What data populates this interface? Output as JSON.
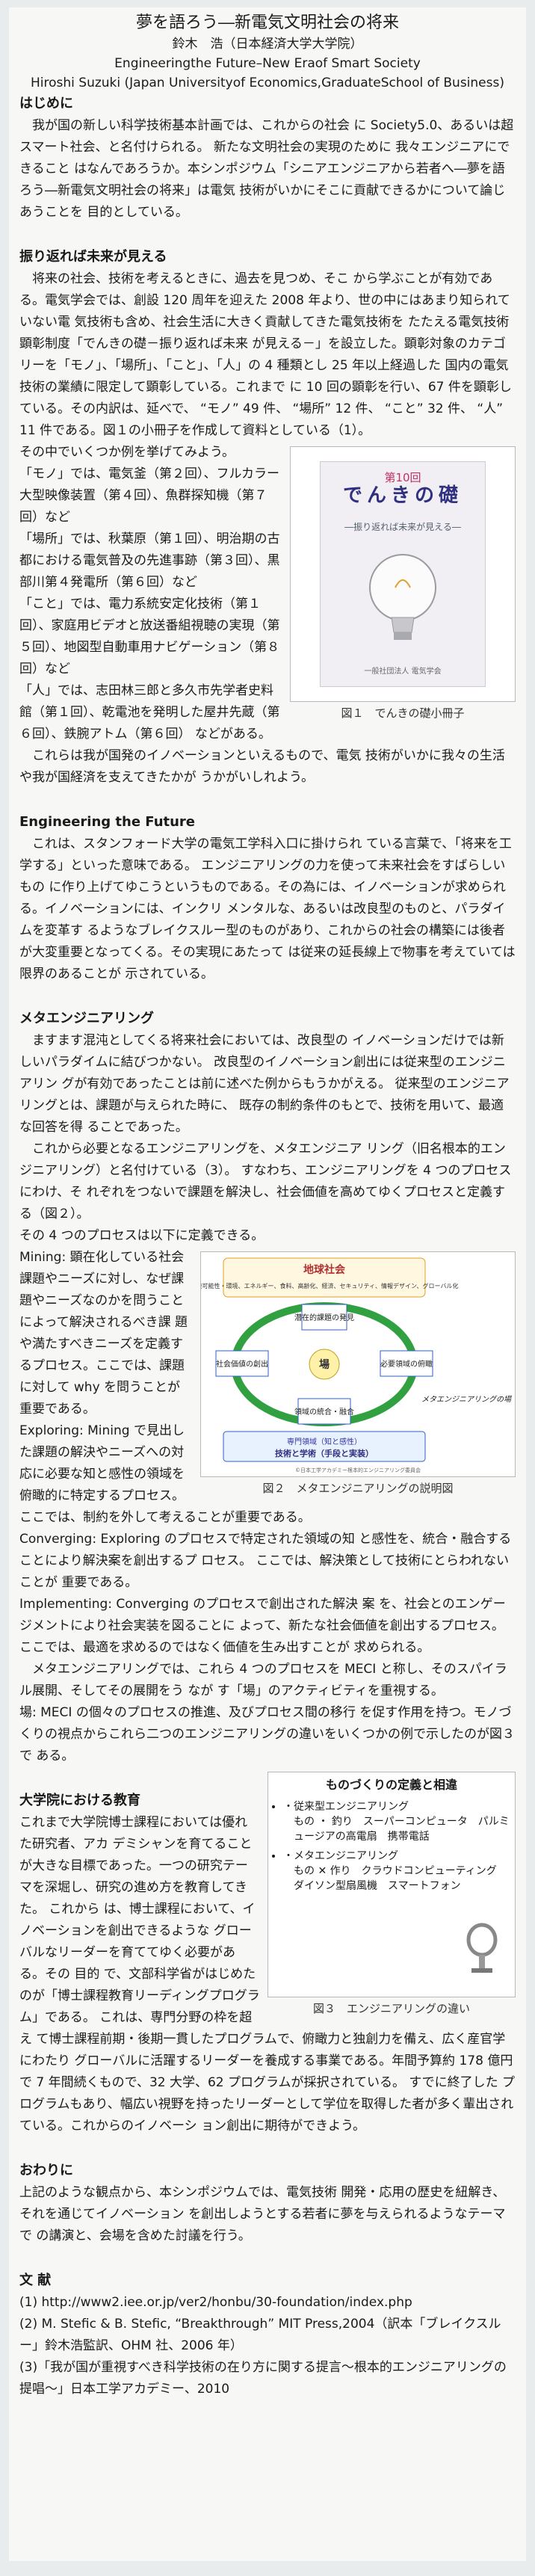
{
  "header": {
    "title": "夢を語ろう―新電気文明社会の将来",
    "author_jp": "鈴木　浩（日本経済大学大学院）",
    "subtitle_en": "Engineeringthe Future–New Eraof Smart Society",
    "author_en": "Hiroshi Suzuki (Japan Universityof Economics,GraduateSchool of Business)"
  },
  "sections": {
    "intro": {
      "heading": "はじめに",
      "p1": "我が国の新しい科学技術基本計画では、これからの社会 に Society5.0、あるいは超スマート社会、と名付けられる。 新たな文明社会の実現のために 我々エンジニアにできること はなんであろうか。本シンポジウム「シニアエンジニアから若者へ―夢を語ろう―新電気文明社会の将来」は電気 技術がいかにそこに貢献できるかについて論じあうことを 目的としている。"
    },
    "history": {
      "heading": "振り返れば未来が見える",
      "p1": "将来の社会、技術を考えるときに、過去を見つめ、そこ から学ぶことが有効である。電気学会では、創設 120 周年を迎えた 2008 年より、世の中にはあまり知られていない電 気技術も含め、社会生活に大きく貢献してきた電気技術を たたえる電気技術顕彰制度「でんきの礎－振り返れば未来 が見える－」を設立した。顕彰対象のカテゴリーを「モノ」、「場所」、「こと」、「人」の 4 種類とし 25 年以上経過した 国内の電気技術の業績に限定して顕彰している。これまで に 10 回の顕彰を行い、67 件を顕彰している。その内訳は、延べで、 “モノ” 49 件、 “場所” 12 件、 “こと” 32 件、 “人” 11 件である。図１の小冊子を作成して資料としている（1）。",
      "p2": "その中でいくつか例を挙げてみよう。",
      "p3": "「モノ」では、電気釜（第２回）、フルカラー大型映像装置（第４回）、魚群探知機（第７回）など",
      "p4": "「場所」では、秋葉原（第１回）、明治期の古都における電気普及の先進事跡（第３回）、黒部川第４発電所（第６回）など",
      "p5": "「こと」では、電力系統安定化技術（第１回）、家庭用ビデオと放送番組視聴の実現（第５回）、地図型自動車用ナビゲーション（第８回）など",
      "p6": "「人」では、志田林三郎と多久市先学者史料館（第１回）、乾電池を発明した屋井先蔵（第６回）、鉄腕アトム（第６回） などがある。",
      "p7": "これらは我が国発のイノベーションといえるもので、電気 技術がいかに我々の生活や我が国経済を支えてきたかが うかがいしれよう。"
    },
    "eng_future": {
      "heading": "Engineering the Future",
      "p1": "これは、スタンフォード大学の電気工学科入口に掛けられ ている言葉で、「将来を工学する」といった意味である。 エンジニアリングの力を使って未来社会をすばらしいもの に作り上げてゆこうというものである。その為には、イノベーションが求められる。イノベーションには、インクリ メンタルな、あるいは改良型のものと、パラダイムを変革す るようなブレイクスルー型のものがあり、これからの社会の構築には後者が大変重要となってくる。その実現にあたって は従来の延長線上で物事を考えていては限界のあることが 示されている。"
    },
    "meta": {
      "heading": "メタエンジニアリング",
      "p1": "ますます混沌としてくる将来社会においては、改良型の イノベーションだけでは新しいパラダイムに結びつかない。 改良型のイノベーション創出には従来型のエンジニアリン グが有効であったことは前に述べた例からもうかがえる。 従来型のエンジニアリングとは、課題が与えられた時に、 既存の制約条件のもとで、技術を用いて、最適な回答を得 ることであった。",
      "p2": "これから必要となるエンジニアリングを、メタエンジニア リング（旧名根本的エンジニアリング）と名付けている（3）。 すなわち、エンジニアリングを 4 つのプロセスにわけ、そ れぞれをつないで課題を解決し、社会価値を高めてゆくプロセスと定義する（図２）。",
      "p3": "その 4 つのプロセスは以下に定義できる。",
      "mining": "Mining: 顕在化している社会課題やニーズに対し、なぜ課 題やニーズなのかを問うことによって解決されるべき課 題や満たすべきニーズを定義するプロセス。ここでは、課題に対して why を問うことが重要である。",
      "exploring": "Exploring: Mining で見出した課題の解決やニーズへの対 応に必要な知と感性の領域を俯瞰的に特定するプロセス。 ここでは、制約を外して考えることが重要である。",
      "converging": "Converging: Exploring のプロセスで特定された領域の知 と感性を、統合・融合することにより解決案を創出するプ ロセス。 ここでは、解決策として技術にとらわれないことが 重要である。",
      "implementing": "Implementing: Converging のプロセスで創出された解決 案 を、社会とのエンゲージメントにより社会実装を図ることに よって、新たな社会価値を創出するプロセス。ここでは、最適を求めるのではなく価値を生み出すことが 求められる。",
      "p4": "メタエンジニアリングでは、これら 4 つのプロセスを MECI と称し、そのスパイラル展開、そしてその展開をう なが す「場」のアクティビティを重視する。",
      "p5": "場: MECI の個々のプロセスの推進、及びプロセス間の移行 を促す作用を持つ。モノづくりの視点からこれら二つのエンジニアリングの違いをいくつかの例で示したのが図３で ある。"
    },
    "grad": {
      "heading": "大学院における教育",
      "p1": "これまで大学院博士課程においては優れた研究者、アカ デミシャンを育てることが大きな目標であった。一つの研究テーマを深堀し、研究の進め方を教育してきた。 これから は、博士課程において、イノベーションを創出できるような グローバルなリーダーを育ててゆく必要がある。その 目的 で、文部科学省がはじめたのが「博士課程教育リーディングプログラム」である。 これは、専門分野の枠を超え て博士課程前期・後期一貫したプログラムで、俯瞰力と独創力を備え、広く産官学にわたり グローバルに活躍するリーダーを養成する事業である。年間予算約 178 億円で 7 年間続くもので、32 大学、62 プログラムが採択されている。 すでに終了した プログラムもあり、幅広い視野を持ったリーダーとして学位を取得した者が多く輩出されている。これからのイノベーシ ョン創出に期待ができよう。"
    },
    "closing": {
      "heading": "おわりに",
      "p1": "上記のような観点から、本シンポジウムでは、電気技術 開発・応用の歴史を紐解き、それを通じてイノベーション を創出しようとする若者に夢を与えられるようなテーマで の講演と、会場を含めた討議を行う。"
    },
    "refs": {
      "heading": "文 献",
      "r1": "(1) http://www2.iee.or.jp/ver2/honbu/30-foundation/index.php",
      "r2": "(2) M. Stefic & B. Stefic, “Breakthrough” MIT Press,2004（訳本「ブレイクスルー」鈴木浩監訳、OHM 社、2006 年）",
      "r3": "(3)「我が国が重視すべき科学技術の在り方に関する提言～根本的エンジニアリングの提唱～」日本工学アカデミー、2010"
    }
  },
  "figure1": {
    "caption": "図１　でんきの礎小冊子",
    "cover_number": "第10回",
    "cover_title": "でんきの礎",
    "cover_subtitle": "―振り返れば未来が見える―",
    "cover_publisher": "一般社団法人 電気学会"
  },
  "figure2": {
    "caption": "図２　メタエンジニアリングの説明図",
    "top": "地球社会",
    "top_sub": "持続可能性・環境、エネルギー、食料、高齢化、経済、セキュリティ、情報デザイン、グローバル化",
    "mining": "潜在的課題の発見",
    "exploring": "必要領域の俯瞰",
    "converging": "領域の統合・融合",
    "implementing": "社会価値の創出",
    "center": "場",
    "label_right": "メタエンジニアリングの場",
    "bottom": "専門領域（知と感性）",
    "bottom_sub": "技術と学術（手段と実装）",
    "footer": "©日本工学アカデミー根本的エンジニアリング委員会"
  },
  "figure3": {
    "caption": "図３　エンジニアリングの違い",
    "title": "ものづくりの定義と相違",
    "item1": "・従来型エンジニアリング",
    "item1_sub": "もの ・ 釣り　スーパーコンピュータ　パルミュージアの高電扇　携帯電話",
    "item2": "・メタエンジニアリング",
    "item2_sub": "もの ✕ 作り　クラウドコンピューティング　ダイソン型扇風機　スマートフォン"
  }
}
